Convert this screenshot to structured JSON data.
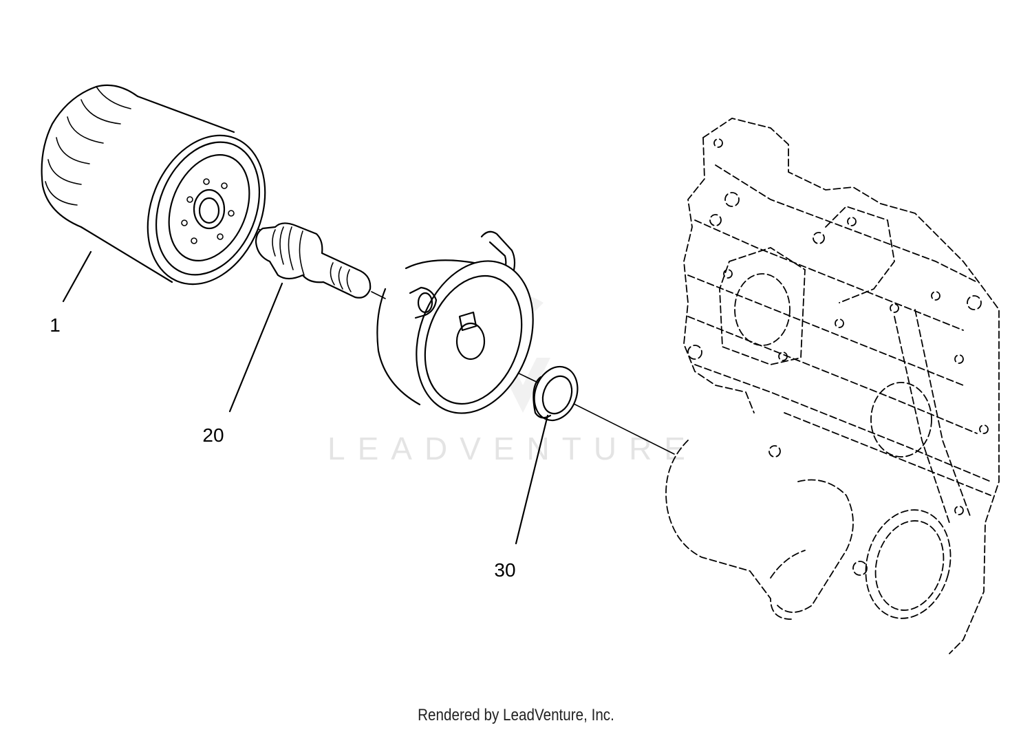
{
  "diagram": {
    "callouts": [
      {
        "id": "1",
        "label": "1"
      },
      {
        "id": "20",
        "label": "20"
      },
      {
        "id": "30",
        "label": "30"
      }
    ],
    "watermark": "LEADVENTURE",
    "footer": "Rendered by LeadVenture, Inc."
  }
}
